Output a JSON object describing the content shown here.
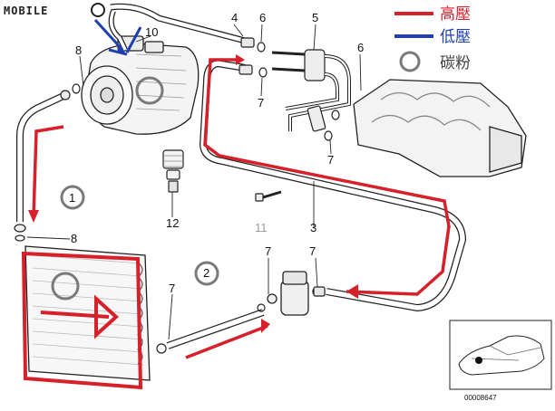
{
  "watermark": "MOBILE",
  "legend": {
    "high_pressure": "高壓",
    "low_pressure": "低壓",
    "carbon_powder": "碳粉",
    "colors": {
      "high": "#d6202a",
      "low": "#1f3fae",
      "circle": "#7a7a7a"
    }
  },
  "labels": {
    "p1": "1",
    "p2": "2",
    "p3": "3",
    "p4": "4",
    "p5": "5",
    "p6a": "6",
    "p6b": "6",
    "p7a": "7",
    "p7b": "7",
    "p7c": "7",
    "p7d": "7",
    "p7e": "7",
    "p8a": "8",
    "p8b": "8",
    "p10": "10",
    "p11": "11",
    "p12": "12"
  },
  "reference_number": "00008647"
}
